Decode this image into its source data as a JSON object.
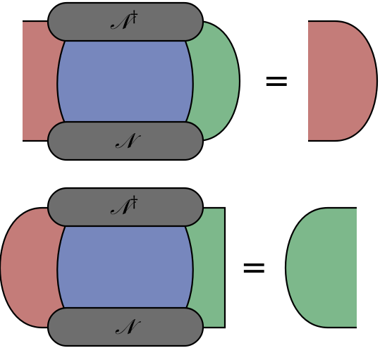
{
  "colors": {
    "red": "#c47c79",
    "blue": "#7787bd",
    "green": "#7db88b",
    "gray": "#6e6e6e"
  },
  "top": {
    "upper_label": "𝒩",
    "upper_sup": "†",
    "lower_label": "𝒩",
    "equals": "="
  },
  "bottom": {
    "upper_label": "𝒩",
    "upper_sup": "†",
    "lower_label": "𝒩",
    "equals": "="
  }
}
